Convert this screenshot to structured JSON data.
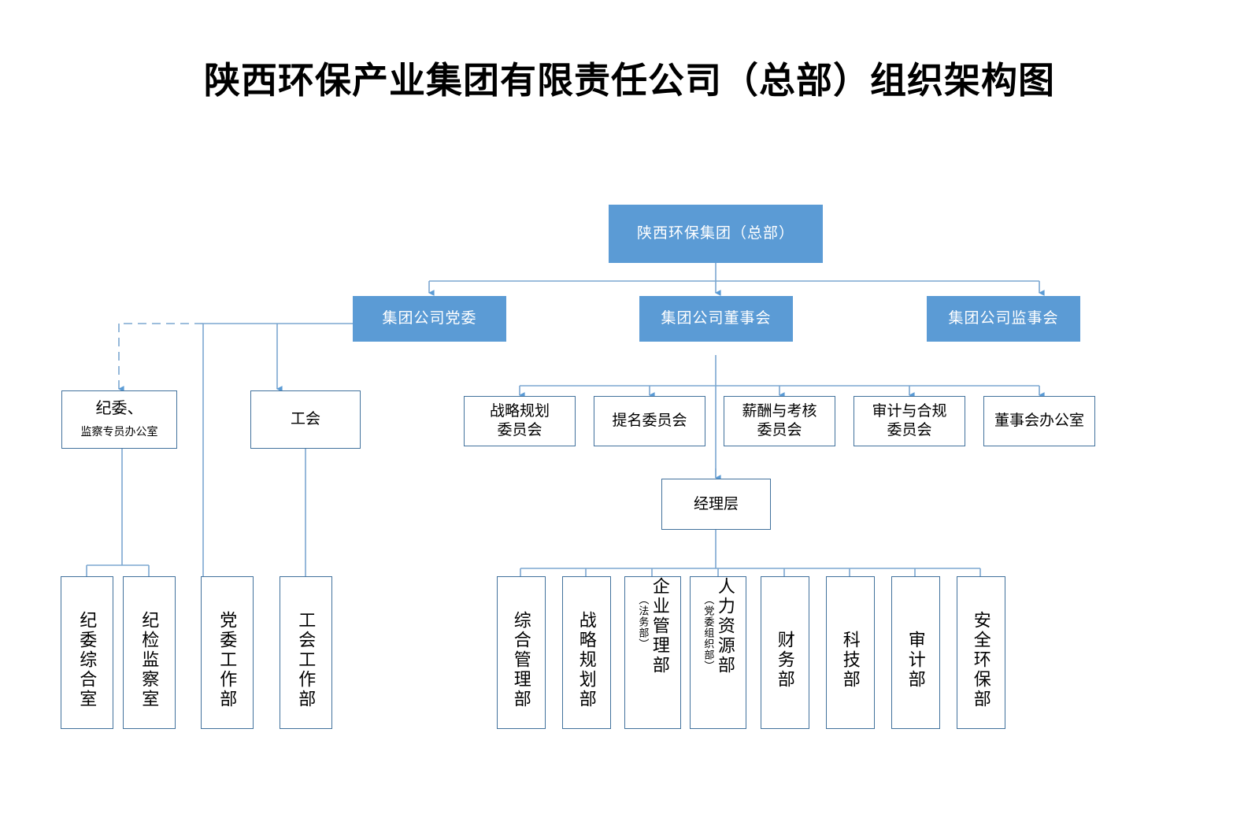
{
  "title": "陕西环保产业集团有限责任公司（总部）组织架构图",
  "colors": {
    "node_fill_primary": "#5B9BD5",
    "node_text_primary": "#FFFFFF",
    "node_border": "#41719C",
    "connector": "#7BA7D0",
    "background": "#FFFFFF",
    "text": "#000000"
  },
  "chart_data": {
    "type": "diagram",
    "diagram_kind": "org-chart",
    "title": "陕西环保产业集团有限责任公司（总部）组织架构图",
    "root": "陕西环保集团（总部）",
    "nodes": [
      {
        "id": "group",
        "label": "陕西环保集团（总部）",
        "style": "filled",
        "level": 0
      },
      {
        "id": "party",
        "label": "集团公司党委",
        "style": "filled",
        "level": 1
      },
      {
        "id": "board",
        "label": "集团公司董事会",
        "style": "filled",
        "level": 1
      },
      {
        "id": "supervisory",
        "label": "集团公司监事会",
        "style": "filled",
        "level": 1
      },
      {
        "id": "discipline",
        "label_line1": "纪委、",
        "label_line2": "监察专员办公室",
        "style": "outlined",
        "level": 2
      },
      {
        "id": "union",
        "label": "工会",
        "style": "outlined",
        "level": 2
      },
      {
        "id": "committee_strategy",
        "label": "战略规划\n委员会",
        "style": "outlined",
        "level": 2
      },
      {
        "id": "committee_nomination",
        "label": "提名委员会",
        "style": "outlined",
        "level": 2
      },
      {
        "id": "committee_comp",
        "label": "薪酬与考核\n委员会",
        "style": "outlined",
        "level": 2
      },
      {
        "id": "committee_audit",
        "label": "审计与合规\n委员会",
        "style": "outlined",
        "level": 2
      },
      {
        "id": "board_office",
        "label": "董事会办公室",
        "style": "outlined",
        "level": 2
      },
      {
        "id": "management",
        "label": "经理层",
        "style": "outlined",
        "level": 3
      },
      {
        "id": "dept_jw_general",
        "label": "纪委综合室",
        "style": "outlined-vertical",
        "level": 4
      },
      {
        "id": "dept_jj_inspect",
        "label": "纪检监察室",
        "style": "outlined-vertical",
        "level": 4
      },
      {
        "id": "dept_party_work",
        "label": "党委工作部",
        "style": "outlined-vertical",
        "level": 4
      },
      {
        "id": "dept_union_work",
        "label": "工会工作部",
        "style": "outlined-vertical",
        "level": 4
      },
      {
        "id": "dept_general_mgmt",
        "label": "综合管理部",
        "style": "outlined-vertical",
        "level": 4
      },
      {
        "id": "dept_strategy",
        "label": "战略规划部",
        "style": "outlined-vertical",
        "level": 4
      },
      {
        "id": "dept_enterprise_mgmt",
        "label": "企业管理部",
        "sub_label": "（法务部）",
        "style": "outlined-vertical",
        "level": 4
      },
      {
        "id": "dept_hr",
        "label": "人力资源部",
        "sub_label": "（党委组织部）",
        "style": "outlined-vertical",
        "level": 4
      },
      {
        "id": "dept_finance",
        "label": "财务部",
        "style": "outlined-vertical",
        "level": 4
      },
      {
        "id": "dept_tech",
        "label": "科技部",
        "style": "outlined-vertical",
        "level": 4
      },
      {
        "id": "dept_audit",
        "label": "审计部",
        "style": "outlined-vertical",
        "level": 4
      },
      {
        "id": "dept_safety_env",
        "label": "安全环保部",
        "style": "outlined-vertical",
        "level": 4
      }
    ],
    "edges": [
      {
        "from": "group",
        "to": "party",
        "style": "solid"
      },
      {
        "from": "group",
        "to": "board",
        "style": "solid"
      },
      {
        "from": "group",
        "to": "supervisory",
        "style": "solid"
      },
      {
        "from": "party",
        "to": "discipline",
        "style": "dashed"
      },
      {
        "from": "party",
        "to": "union",
        "style": "solid"
      },
      {
        "from": "party",
        "to": "dept_party_work",
        "style": "solid"
      },
      {
        "from": "discipline",
        "to": "dept_jw_general",
        "style": "solid"
      },
      {
        "from": "discipline",
        "to": "dept_jj_inspect",
        "style": "solid"
      },
      {
        "from": "union",
        "to": "dept_union_work",
        "style": "solid"
      },
      {
        "from": "board",
        "to": "committee_strategy",
        "style": "solid"
      },
      {
        "from": "board",
        "to": "committee_nomination",
        "style": "solid"
      },
      {
        "from": "board",
        "to": "committee_comp",
        "style": "solid"
      },
      {
        "from": "board",
        "to": "committee_audit",
        "style": "solid"
      },
      {
        "from": "board",
        "to": "board_office",
        "style": "solid"
      },
      {
        "from": "board",
        "to": "management",
        "style": "solid"
      },
      {
        "from": "management",
        "to": "dept_general_mgmt",
        "style": "solid"
      },
      {
        "from": "management",
        "to": "dept_strategy",
        "style": "solid"
      },
      {
        "from": "management",
        "to": "dept_enterprise_mgmt",
        "style": "solid"
      },
      {
        "from": "management",
        "to": "dept_hr",
        "style": "solid"
      },
      {
        "from": "management",
        "to": "dept_finance",
        "style": "solid"
      },
      {
        "from": "management",
        "to": "dept_tech",
        "style": "solid"
      },
      {
        "from": "management",
        "to": "dept_audit",
        "style": "solid"
      },
      {
        "from": "management",
        "to": "dept_safety_env",
        "style": "solid"
      }
    ]
  },
  "nodes": {
    "group": "陕西环保集团（总部）",
    "party": "集团公司党委",
    "board": "集团公司董事会",
    "supervisory": "集团公司监事会",
    "discipline_line1": "纪委、",
    "discipline_line2": "监察专员办公室",
    "union": "工会",
    "committee_strategy_l1": "战略规划",
    "committee_strategy_l2": "委员会",
    "committee_nomination": "提名委员会",
    "committee_comp_l1": "薪酬与考核",
    "committee_comp_l2": "委员会",
    "committee_audit_l1": "审计与合规",
    "committee_audit_l2": "委员会",
    "board_office": "董事会办公室",
    "management": "经理层",
    "dept_jw_general": "纪委综合室",
    "dept_jj_inspect": "纪检监察室",
    "dept_party_work": "党委工作部",
    "dept_union_work": "工会工作部",
    "dept_general_mgmt": "综合管理部",
    "dept_strategy": "战略规划部",
    "dept_enterprise_mgmt": "企业管理部",
    "dept_enterprise_mgmt_sub": "（法务部）",
    "dept_hr": "人力资源部",
    "dept_hr_sub": "（党委组织部）",
    "dept_finance": "财务部",
    "dept_tech": "科技部",
    "dept_audit": "审计部",
    "dept_safety_env": "安全环保部"
  }
}
